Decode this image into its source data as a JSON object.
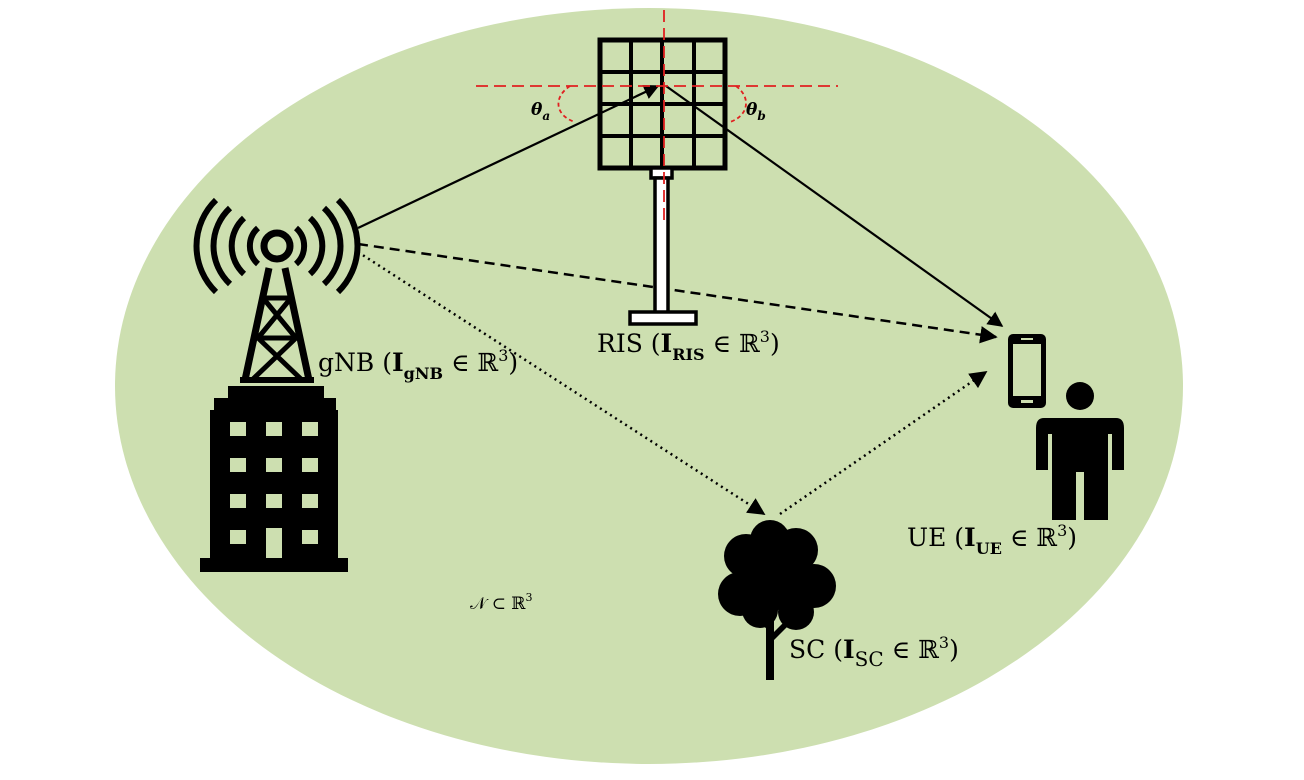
{
  "colors": {
    "region_fill": "#cddfb0",
    "ink": "#000000",
    "axis_red": "#e02020"
  },
  "labels": {
    "gnb": {
      "prefix": "gNB (",
      "bold": "I",
      "sub": "gNB",
      "rest": " ∈ ℝ",
      "sup": "3",
      "close": ")"
    },
    "ris": {
      "prefix": "RIS (",
      "bold": "I",
      "sub": "RIS",
      "rest": " ∈ ℝ",
      "sup": "3",
      "close": ")"
    },
    "ue": {
      "prefix": "UE (",
      "bold": "I",
      "sub": "UE",
      "rest": " ∈ ℝ",
      "sup": "3",
      "close": ")"
    },
    "sc": {
      "prefix": "SC (",
      "bold": "I",
      "sub": "SC",
      "rest": " ∈ ℝ",
      "sup": "3",
      "close": ")"
    },
    "region": {
      "text": "𝒩 ⊂ ℝ",
      "sup": "3"
    },
    "theta_a": {
      "sym": "θ",
      "sub": "a"
    },
    "theta_b": {
      "sym": "θ",
      "sub": "b"
    }
  },
  "icons": [
    "cell-tower-icon",
    "building-icon",
    "ris-panel-icon",
    "smartphone-icon",
    "person-icon",
    "tree-icon"
  ],
  "links": [
    {
      "name": "gnb-to-ris",
      "style": "solid"
    },
    {
      "name": "ris-to-ue",
      "style": "solid"
    },
    {
      "name": "gnb-to-ue",
      "style": "dashed"
    },
    {
      "name": "gnb-to-sc",
      "style": "dotted"
    },
    {
      "name": "sc-to-ue",
      "style": "dotted"
    }
  ]
}
